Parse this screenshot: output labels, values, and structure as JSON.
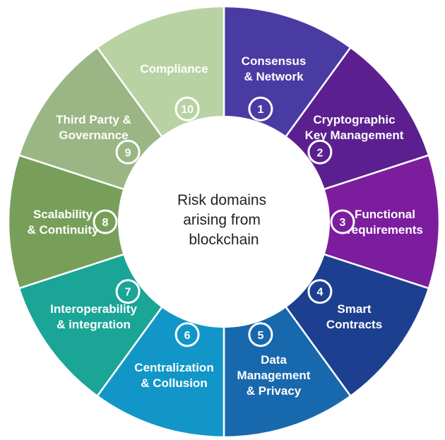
{
  "center": {
    "lines": [
      "Risk domains",
      "arising from",
      "blockchain"
    ]
  },
  "colors": {
    "background": "#ffffff",
    "center_fill": "#ffffff",
    "center_text": "#222222",
    "segment_text": "#ffffff",
    "divider": "#ffffff"
  },
  "segments": [
    {
      "number": "1",
      "lines": [
        "Consensus",
        "& Network"
      ],
      "color": "#4a3ba3"
    },
    {
      "number": "2",
      "lines": [
        "Cryptographic",
        "Key Management"
      ],
      "color": "#5b1f8f"
    },
    {
      "number": "3",
      "lines": [
        "Functional",
        "requirements"
      ],
      "color": "#7c1d9e"
    },
    {
      "number": "4",
      "lines": [
        "Smart",
        "Contracts"
      ],
      "color": "#1d3f8f"
    },
    {
      "number": "5",
      "lines": [
        "Data",
        "Management",
        "& Privacy"
      ],
      "color": "#1868ae"
    },
    {
      "number": "6",
      "lines": [
        "Centralization",
        "& Collusion"
      ],
      "color": "#1296c8"
    },
    {
      "number": "7",
      "lines": [
        "Interoperability",
        "& integration"
      ],
      "color": "#1aa596"
    },
    {
      "number": "8",
      "lines": [
        "Scalability",
        "& Continuity"
      ],
      "color": "#779f5a"
    },
    {
      "number": "9",
      "lines": [
        "Third Party &",
        "Governance"
      ],
      "color": "#9ab684"
    },
    {
      "number": "10",
      "lines": [
        "Compliance"
      ],
      "color": "#b9d2a3"
    }
  ]
}
